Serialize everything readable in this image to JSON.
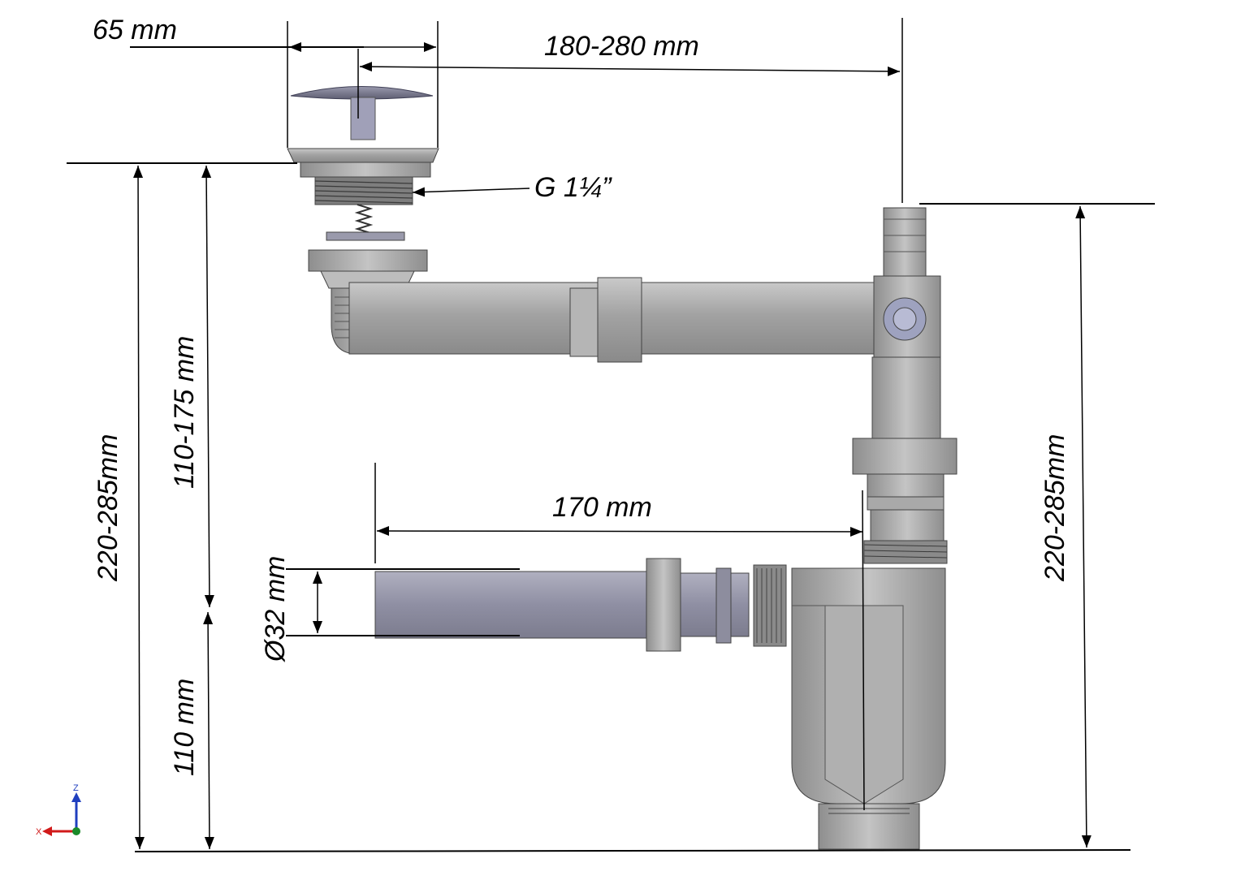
{
  "dimensions": {
    "top_width": "65 mm",
    "horizontal_offset": "180-280 mm",
    "thread_size": "G 1¼”",
    "outlet_length": "170 mm",
    "outlet_diameter": "Ø32 mm",
    "left_total_height": "220-285mm",
    "left_upper_height": "110-175 mm",
    "left_lower_height": "110 mm",
    "right_total_height": "220-285mm"
  },
  "axis_triad": {
    "z_label": "Z",
    "x_label": "X"
  },
  "colors": {
    "pipe_grey": "#a7a7a7",
    "outlet_pipe": "#9a9aa8",
    "axis_blue": "#1f3fbf",
    "axis_red": "#d11a1a",
    "axis_green": "#1a8a2a"
  }
}
